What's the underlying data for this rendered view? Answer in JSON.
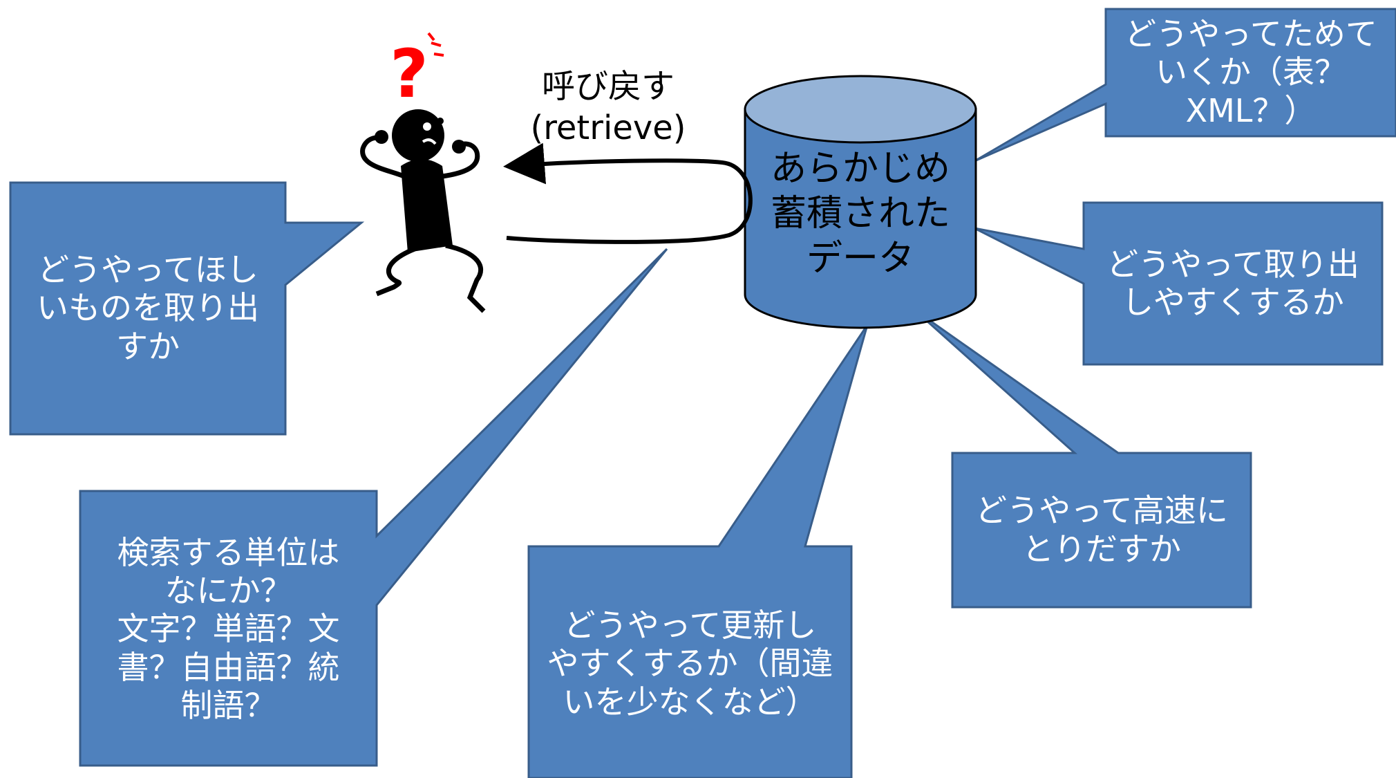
{
  "colors": {
    "callout_fill": "#4f81bd",
    "callout_stroke": "#385d8a",
    "cylinder_top": "#95b3d7",
    "question_mark": "#ff0000",
    "figure": "#000000"
  },
  "icons": {
    "figure": "confused-stick-figure-icon",
    "arrow": "curved-arrow-icon",
    "database": "database-cylinder-icon"
  },
  "retrieve_label": {
    "line1": "呼び戻す",
    "line2": "(retrieve)"
  },
  "database": {
    "line1": "あらかじめ",
    "line2": "蓄積された",
    "line3": "データ"
  },
  "callouts": {
    "how_to_store": {
      "line1": "どうやってためて",
      "line2": "いくか（表？",
      "line3": "XML？）"
    },
    "how_to_extract_easily": {
      "line1": "どうやって取り出",
      "line2": "しやすくするか"
    },
    "how_to_get_wanted": {
      "line1": "どうやってほし",
      "line2": "いものを取り出",
      "line3": "すか"
    },
    "search_unit": {
      "line1": "検索する単位は",
      "line2": "なにか？",
      "line3": "文字？単語？文",
      "line4": "書？自由語？統",
      "line5": "制語？"
    },
    "how_to_update": {
      "line1": "どうやって更新し",
      "line2": "やすくするか（間違",
      "line3": "いを少なくなど）"
    },
    "how_to_fast": {
      "line1": "どうやって高速に",
      "line2": "とりだすか"
    }
  }
}
